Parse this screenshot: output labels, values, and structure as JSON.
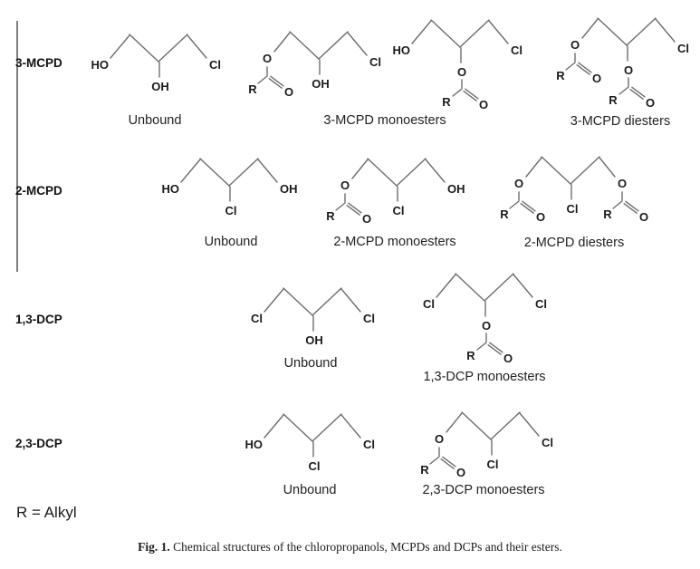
{
  "figure": {
    "row_labels": [
      "3-MCPD",
      "2-MCPD",
      "1,3-DCP",
      "2,3-DCP"
    ],
    "r_definition": "R = Alkyl",
    "caption": {
      "prefix": "Fig. 1.",
      "text": "Chemical structures of the chloropropanols, MCPDs and DCPs and their esters."
    }
  },
  "ester_labels": {
    "oxygen": "O",
    "r_group": "R",
    "carbonyl_oxygen": "O"
  },
  "structures": [
    {
      "id": "3mcpd-unbound",
      "left": "HO",
      "center": "OH",
      "right": "Cl"
    },
    {
      "id": "3mcpd-monoester-1",
      "left": "ester",
      "center": "OH",
      "right": "Cl"
    },
    {
      "id": "3mcpd-monoester-2",
      "left": "HO",
      "center": "ester",
      "right": "Cl"
    },
    {
      "id": "3mcpd-diester",
      "left": "ester",
      "center": "ester",
      "right": "Cl"
    },
    {
      "id": "2mcpd-unbound",
      "left": "HO",
      "center": "Cl",
      "right": "OH"
    },
    {
      "id": "2mcpd-monoester",
      "left": "ester",
      "center": "Cl",
      "right": "OH"
    },
    {
      "id": "2mcpd-diester",
      "left": "ester",
      "center": "Cl",
      "right": "ester"
    },
    {
      "id": "13dcp-unbound",
      "left": "Cl",
      "center": "OH",
      "right": "Cl"
    },
    {
      "id": "13dcp-monoester",
      "left": "Cl",
      "center": "ester",
      "right": "Cl"
    },
    {
      "id": "23dcp-unbound",
      "left": "HO",
      "center": "Cl",
      "right": "Cl"
    },
    {
      "id": "23dcp-monoester",
      "left": "ester",
      "center": "Cl",
      "right": "Cl"
    }
  ],
  "structure_captions": [
    "Unbound",
    "3-MCPD monoesters",
    "3-MCPD diesters",
    "Unbound",
    "2-MCPD monoesters",
    "2-MCPD diesters",
    "Unbound",
    "1,3-DCP monoesters",
    "Unbound",
    "2,3-DCP monoesters"
  ],
  "colors": {
    "background": "#ffffff",
    "bond_line": "#6e6e6e",
    "atom_text": "#1b1b1b",
    "divider_line": "#7d7d7d",
    "caption_text": "#1b1b1b"
  }
}
